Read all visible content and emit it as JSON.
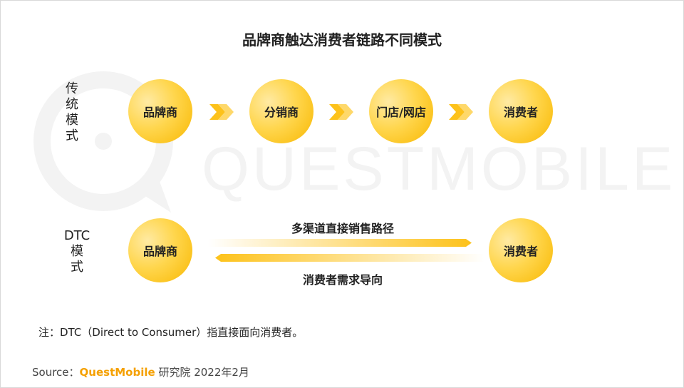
{
  "title": "品牌商触达消费者链路不同模式",
  "watermark": {
    "text": "QUESTMOBILE"
  },
  "traditional": {
    "label": [
      "传",
      "统",
      "模",
      "式"
    ],
    "nodes": [
      "品牌商",
      "分销商",
      "门店/网店",
      "消费者"
    ]
  },
  "dtc": {
    "label": [
      "DTC",
      "模",
      "式"
    ],
    "nodes": [
      "品牌商",
      "消费者"
    ],
    "top_arrow_label": "多渠道直接销售路径",
    "bottom_arrow_label": "消费者需求导向"
  },
  "note": "注：DTC（Direct to Consumer）指直接面向消费者。",
  "source": {
    "prefix": "Source：",
    "brand": "QuestMobile",
    "suffix": " 研究院 2022年2月"
  },
  "colors": {
    "node_light": "#ffeaa3",
    "node_dark": "#f8b700",
    "arrow": "#fdc21a",
    "brand": "#f5a000"
  }
}
